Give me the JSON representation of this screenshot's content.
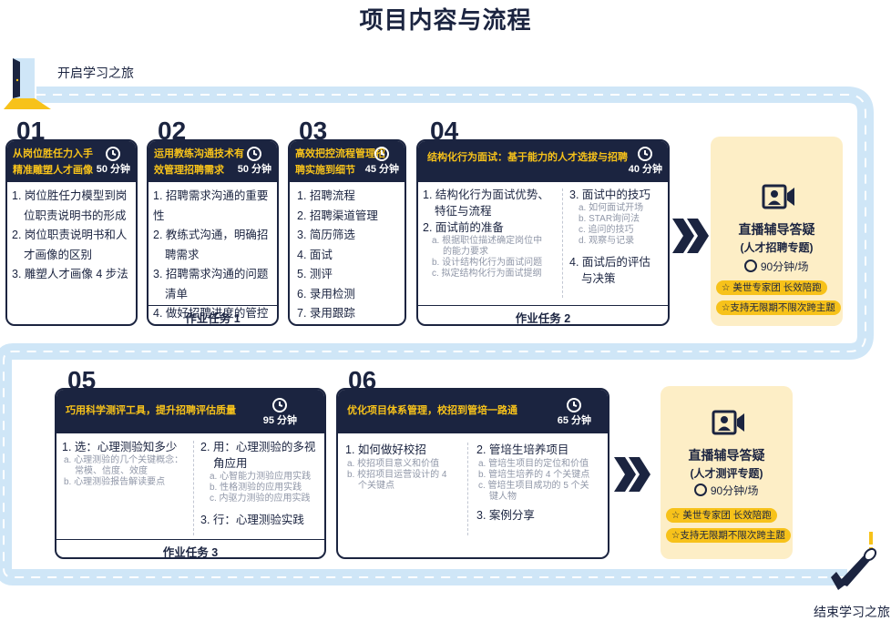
{
  "title": "项目内容与流程",
  "start_label": "开启学习之旅",
  "end_label": "结束学习之旅",
  "modules": [
    {
      "num": "01",
      "header_lines": [
        "从岗位胜任力入手",
        "精准雕塑人才画像"
      ],
      "duration": "50 分钟",
      "items": [
        "1. 岗位胜任力模型到岗",
        "位职责说明书的形成",
        "2. 岗位职责说明书和人",
        "才画像的区别",
        "3. 雕塑人才画像 4 步法"
      ]
    },
    {
      "num": "02",
      "header_lines": [
        "运用教练沟通技术有",
        "效管理招聘需求"
      ],
      "duration": "50 分钟",
      "items": [
        "1. 招聘需求沟通的重要性",
        "2. 教练式沟通，明确招",
        "聘需求",
        "3. 招聘需求沟通的问题",
        "清单",
        "4. 做好招聘进度的管控"
      ]
    },
    {
      "num": "03",
      "header_lines": [
        "高效把控流程管理招",
        "聘实施到细节"
      ],
      "duration": "45 分钟",
      "items": [
        "1. 招聘流程",
        "2. 招聘渠道管理",
        "3. 简历筛选",
        "4. 面试",
        "5. 测评",
        "6. 录用检测",
        "7. 录用跟踪"
      ]
    },
    {
      "num": "04",
      "header_lines": [
        "结构化行为面试：基于能力的人才选拔与招聘"
      ],
      "duration": "40 分钟",
      "left": {
        "items": [
          "1. 结构化行为面试优势、",
          "特征与流程",
          "2. 面试前的准备"
        ],
        "subs": [
          "a. 根据职位描述确定岗位中",
          "的能力要求",
          "b. 设计结构化行为面试问题",
          "c. 拟定结构化行为面试提纲"
        ]
      },
      "right": {
        "head": "3. 面试中的技巧",
        "subs": [
          "a. 如何面试开场",
          "b. STAR询问法",
          "c. 追问的技巧",
          "d. 观察与记录"
        ],
        "tail": [
          "4. 面试后的评估",
          "与决策"
        ]
      }
    },
    {
      "num": "05",
      "header_lines": [
        "巧用科学测评工具，提升招聘评估质量"
      ],
      "duration": "95 分钟",
      "left": {
        "head": "1. 选：心理测验知多少",
        "subs": [
          "a. 心理测验的几个关键概念：",
          "常模、信度、效度",
          "b. 心理测验报告解读要点"
        ]
      },
      "right": {
        "head": [
          "2. 用：心理测验的多视",
          "角应用"
        ],
        "subs": [
          "a. 心智能力测验应用实践",
          "b. 性格测验的应用实践",
          "c. 内驱力测验的应用实践"
        ],
        "tail": "3. 行：心理测验实践"
      }
    },
    {
      "num": "06",
      "header_lines": [
        "优化项目体系管理，校招到管培一路通"
      ],
      "duration": "65 分钟",
      "left": {
        "head": "1. 如何做好校招",
        "subs": [
          "a. 校招项目意义和价值",
          "b. 校招项目运营设计的 4",
          "个关键点"
        ]
      },
      "right": {
        "head": "2. 管培生培养项目",
        "subs": [
          "a. 管培生项目的定位和价值",
          "b. 管培生培养的 4 个关键点",
          "c. 管培生项目成功的 5 个关",
          "键人物"
        ],
        "tail": "3. 案例分享"
      }
    }
  ],
  "tasks": [
    "作业任务 1",
    "作业任务 2",
    "作业任务 3"
  ],
  "live_sessions": [
    {
      "title": "直播辅导答疑",
      "subtitle": "(人才招聘专题)",
      "duration": "90分钟/场",
      "pills": [
        "美世专家团 长效陪跑",
        "支持无限期不限次跨主题"
      ]
    },
    {
      "title": "直播辅导答疑",
      "subtitle": "(人才测评专题)",
      "duration": "90分钟/场",
      "pills": [
        "美世专家团 长效陪跑",
        "支持无限期不限次跨主题"
      ]
    }
  ],
  "colors": {
    "navy": "#1b2440",
    "gold": "#f7c21a",
    "road": "#cfe6f7",
    "cream": "#fdeec6"
  }
}
